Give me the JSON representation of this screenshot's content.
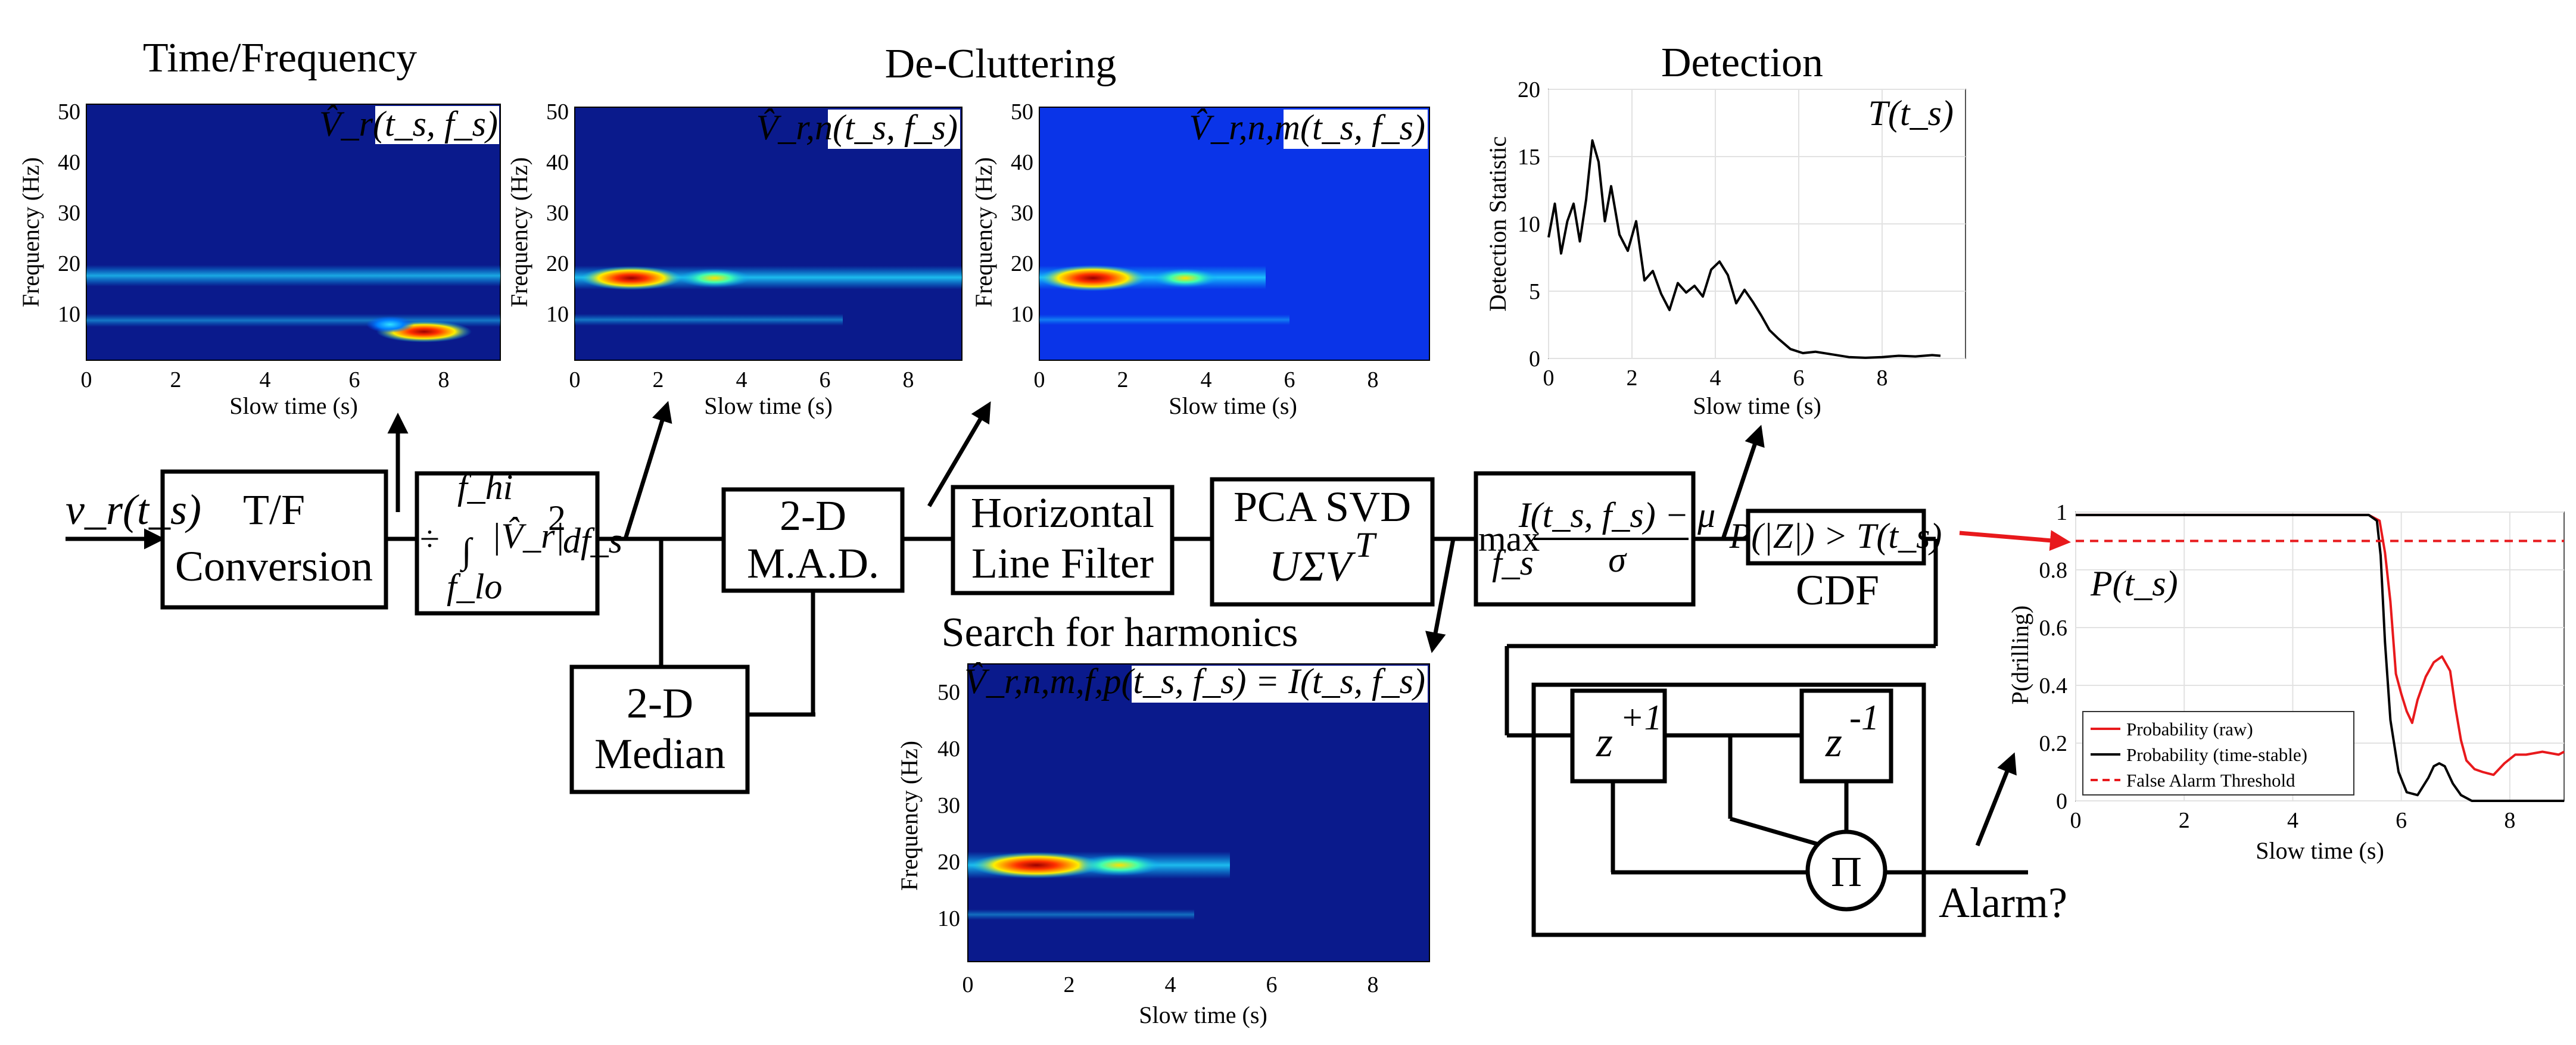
{
  "section_titles": {
    "time_frequency": "Time/Frequency",
    "de_cluttering": "De-Cluttering",
    "detection": "Detection",
    "search_harmonics": "Search for harmonics"
  },
  "blocks": {
    "input_signal": "v_r(t_s)",
    "tf_conversion": [
      "T/F",
      "Conversion"
    ],
    "normalization": {
      "prefix": "÷",
      "upper_limit": "f_hi",
      "lower_limit": "f_lo",
      "integrand": "|V̂_r|",
      "power": "2",
      "differential": "df_s"
    },
    "mad": [
      "2-D",
      "M.A.D."
    ],
    "median": [
      "2-D",
      "Median"
    ],
    "horizontal_filter": [
      "Horizontal",
      "Line Filter"
    ],
    "pca_svd": [
      "PCA SVD",
      "UΣV"
    ],
    "pca_svd_power": "T",
    "max_stat": {
      "operator": "max",
      "subscript": "f_s",
      "numerator": "I(t_s, f_s) − μ",
      "denominator": "σ"
    },
    "cdf_expr": "P(|Z|) > T(t_s)",
    "cdf_label": "CDF",
    "z_plus": "z",
    "z_plus_exp": "+1",
    "z_minus": "z",
    "z_minus_exp": "-1",
    "product": "Π",
    "alarm": "Alarm?"
  },
  "spectrograms": [
    {
      "label": "V̂_r(t_s, f_s)",
      "ylabel": "Frequency (Hz)",
      "xlabel": "Slow time (s)",
      "x_ticks": [
        "0",
        "2",
        "4",
        "6",
        "8"
      ],
      "y_ticks": [
        "10",
        "20",
        "30",
        "40",
        "50"
      ]
    },
    {
      "label": "V̂_r,n(t_s, f_s)",
      "ylabel": "Frequency (Hz)",
      "xlabel": "Slow time (s)",
      "x_ticks": [
        "0",
        "2",
        "4",
        "6",
        "8"
      ],
      "y_ticks": [
        "10",
        "20",
        "30",
        "40",
        "50"
      ]
    },
    {
      "label": "V̂_r,n,m(t_s, f_s)",
      "ylabel": "Frequency (Hz)",
      "xlabel": "Slow time (s)",
      "x_ticks": [
        "0",
        "2",
        "4",
        "6",
        "8"
      ],
      "y_ticks": [
        "10",
        "20",
        "30",
        "40",
        "50"
      ]
    },
    {
      "label": "V̂_r,n,m,f,p(t_s, f_s) = I(t_s, f_s)",
      "ylabel": "Frequency (Hz)",
      "xlabel": "Slow time (s)",
      "x_ticks": [
        "0",
        "2",
        "4",
        "6",
        "8"
      ],
      "y_ticks": [
        "10",
        "20",
        "30",
        "40",
        "50"
      ]
    }
  ],
  "chart_data": [
    {
      "type": "line",
      "label": "T(t_s)",
      "xlabel": "Slow time (s)",
      "ylabel": "Detection Statistic",
      "xlim": [
        0,
        10
      ],
      "ylim": [
        0,
        20
      ],
      "x_ticks": [
        "0",
        "2",
        "4",
        "6",
        "8"
      ],
      "y_ticks": [
        "0",
        "5",
        "10",
        "15",
        "20"
      ],
      "grid": true,
      "series": [
        {
          "x": [
            0,
            0.15,
            0.3,
            0.45,
            0.6,
            0.75,
            0.9,
            1.05,
            1.2,
            1.35,
            1.5,
            1.7,
            1.9,
            2.1,
            2.3,
            2.5,
            2.7,
            2.9,
            3.1,
            3.3,
            3.5,
            3.7,
            3.9,
            4.1,
            4.3,
            4.5,
            4.7,
            4.9,
            5.1,
            5.3,
            5.5,
            5.8,
            6.1,
            6.4,
            6.8,
            7.2,
            7.6,
            8.0,
            8.4,
            8.8,
            9.2,
            9.4
          ],
          "y": [
            9,
            11.5,
            7.8,
            10.2,
            11.5,
            8.7,
            11.8,
            16.2,
            14.6,
            10.2,
            12.8,
            9.2,
            8.0,
            10.2,
            5.8,
            6.5,
            4.8,
            3.6,
            5.6,
            4.9,
            5.4,
            4.6,
            6.6,
            7.2,
            6.2,
            4.1,
            5.1,
            4.2,
            3.2,
            2.1,
            1.5,
            0.7,
            0.4,
            0.5,
            0.3,
            0.1,
            0.05,
            0.1,
            0.2,
            0.15,
            0.25,
            0.2
          ]
        }
      ]
    },
    {
      "type": "line",
      "label": "P(t_s)",
      "xlabel": "Slow time (s)",
      "ylabel": "P(drilling)",
      "xlim": [
        0,
        9
      ],
      "ylim": [
        0,
        1
      ],
      "x_ticks": [
        "0",
        "2",
        "4",
        "6",
        "8"
      ],
      "y_ticks": [
        "0",
        "0.2",
        "0.4",
        "0.6",
        "0.8",
        "1"
      ],
      "grid": true,
      "legend_position": "bottom-left",
      "series": [
        {
          "name": "Probability (raw)",
          "color": "#e8191c",
          "x": [
            0,
            5.4,
            5.6,
            5.7,
            5.8,
            5.9,
            6.0,
            6.1,
            6.2,
            6.3,
            6.45,
            6.6,
            6.75,
            6.9,
            7.0,
            7.1,
            7.2,
            7.35,
            7.5,
            7.7,
            7.9,
            8.1,
            8.3,
            8.6,
            8.9,
            9.0
          ],
          "y": [
            0.99,
            0.99,
            0.97,
            0.86,
            0.69,
            0.44,
            0.37,
            0.31,
            0.27,
            0.35,
            0.43,
            0.48,
            0.5,
            0.45,
            0.32,
            0.21,
            0.14,
            0.11,
            0.1,
            0.09,
            0.13,
            0.16,
            0.16,
            0.17,
            0.16,
            0.17
          ]
        },
        {
          "name": "Probability (time-stable)",
          "color": "#000000",
          "x": [
            0,
            5.4,
            5.55,
            5.62,
            5.7,
            5.8,
            5.95,
            6.1,
            6.3,
            6.5,
            6.6,
            6.7,
            6.8,
            6.95,
            7.1,
            7.3,
            7.6,
            8.0,
            8.5,
            9.0
          ],
          "y": [
            0.99,
            0.99,
            0.97,
            0.85,
            0.55,
            0.28,
            0.1,
            0.03,
            0.02,
            0.08,
            0.12,
            0.13,
            0.12,
            0.06,
            0.02,
            0.0,
            0.0,
            0.0,
            0.0,
            0.0
          ]
        },
        {
          "name": "False Alarm Threshold",
          "color": "#e8191c",
          "dashed": true,
          "x": [
            0,
            9
          ],
          "y": [
            0.9,
            0.9
          ]
        }
      ]
    }
  ]
}
